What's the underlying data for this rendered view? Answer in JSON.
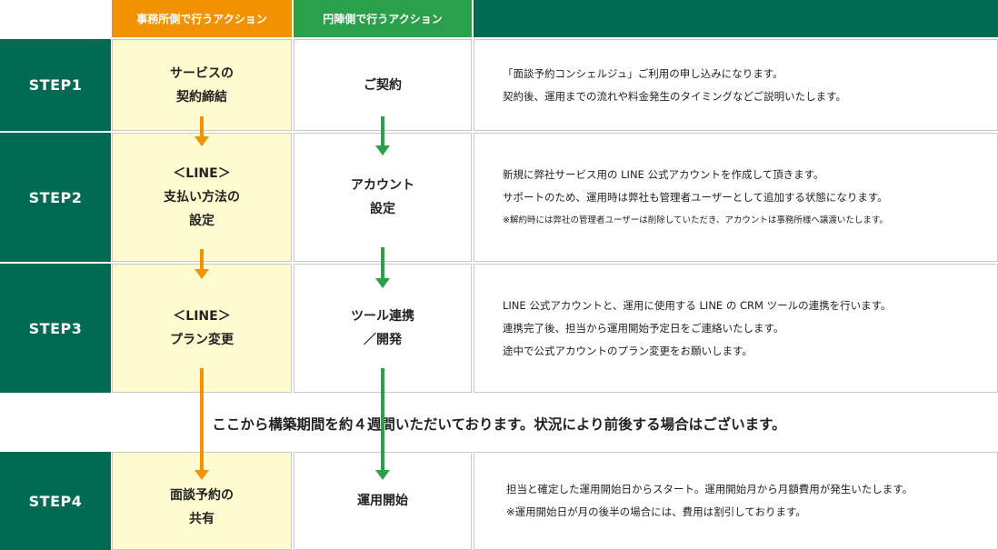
{
  "header": {
    "office_label": "事務所側で行うアクション",
    "enjin_label": "円陣側で行うアクション"
  },
  "steps": [
    {
      "step_label": "STEP1",
      "office_action": "サービスの\n契約締結",
      "enjin_action": "ご契約",
      "description": [
        "「面談予約コンシェルジュ」ご利用の申し込みになります。",
        "契約後、運用までの流れや料金発生のタイミングなどご説明いたします。"
      ]
    },
    {
      "step_label": "STEP2",
      "office_action": "＜LINE＞\n支払い方法の\n設定",
      "enjin_action": "アカウント\n設定",
      "description": [
        "新規に弊社サービス用の LINE 公式アカウントを作成して頂きます。",
        "サポートのため、運用時は弊社も管理者ユーザーとして追加する状態になります。"
      ],
      "note": "※解約時には弊社の管理者ユーザーは削除していただき、アカウントは事務所様へ譲渡いたします。"
    },
    {
      "step_label": "STEP3",
      "office_action": "＜LINE＞\nプラン変更",
      "enjin_action": "ツール連携\n／開発",
      "description": [
        "LINE 公式アカウントと、運用に使用する LINE の CRM ツールの連携を行います。",
        "連携完了後、担当から運用開始予定日をご連絡いたします。",
        "途中で公式アカウントのプラン変更をお願いします。"
      ]
    },
    {
      "step_label": "STEP4",
      "office_action": "面談予約の\n共有",
      "enjin_action": "運用開始",
      "description": [
        "担当と確定した運用開始日からスタート。運用開始月から月額費用が発生いたします。",
        "※運用開始日が月の後半の場合には、費用は割引しております。"
      ]
    }
  ],
  "notice": "ここから構築期間を約４週間いただいております。状況により前後する場合はございます。",
  "colors": {
    "dark_green": "#006b52",
    "orange": "#f39200",
    "green": "#2aa04a",
    "pale_yellow": "#fffbd0"
  }
}
